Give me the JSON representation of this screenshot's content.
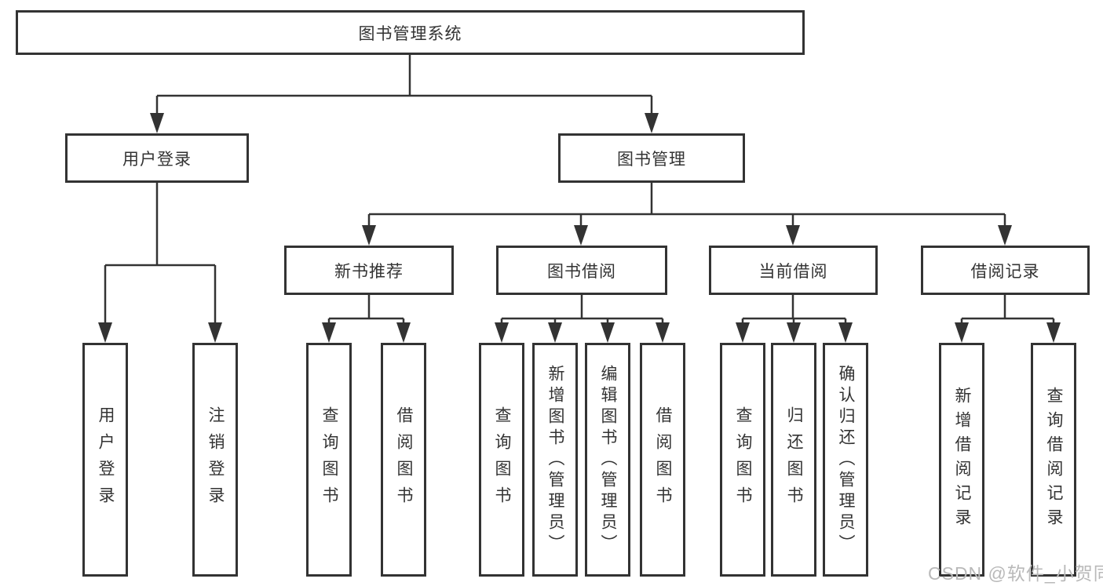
{
  "diagram": {
    "title": "图书管理系统",
    "type": "hierarchy-tree",
    "structure": {
      "root": "图书管理系统",
      "children": [
        {
          "label": "用户登录",
          "children": [
            "用户登录",
            "注销登录"
          ]
        },
        {
          "label": "图书管理",
          "children": [
            {
              "label": "新书推荐",
              "children": [
                "查询图书",
                "借阅图书"
              ]
            },
            {
              "label": "图书借阅",
              "children": [
                "查询图书",
                "新增图书（管理员）",
                "编辑图书（管理员）",
                "借阅图书"
              ]
            },
            {
              "label": "当前借阅",
              "children": [
                "查询图书",
                "归还图书",
                "确认归还（管理员）"
              ]
            },
            {
              "label": "借阅记录",
              "children": [
                "新增借阅记录",
                "查询借阅记录"
              ]
            }
          ]
        }
      ]
    }
  },
  "nodes": {
    "root": {
      "label": "图书管理系统"
    },
    "userLogin": {
      "label": "用户登录"
    },
    "bookMgmt": {
      "label": "图书管理"
    },
    "newBookRec": {
      "label": "新书推荐"
    },
    "bookBorrow": {
      "label": "图书借阅"
    },
    "curBorrow": {
      "label": "当前借阅"
    },
    "borrowRec": {
      "label": "借阅记录"
    },
    "leafUserLogin": {
      "label": "用户登录"
    },
    "leafLogout": {
      "label": "注销登录"
    },
    "nbQuery": {
      "label": "查询图书"
    },
    "nbBorrow": {
      "label": "借阅图书"
    },
    "bbQuery": {
      "label": "查询图书"
    },
    "bbAdd": {
      "label": "新增图书（管理员）"
    },
    "bbEdit": {
      "label": "编辑图书（管理员）"
    },
    "bbBorrow": {
      "label": "借阅图书"
    },
    "cbQuery": {
      "label": "查询图书"
    },
    "cbReturn": {
      "label": "归还图书"
    },
    "cbConfirm": {
      "label": "确认归还（管理员）"
    },
    "brAdd": {
      "label": "新增借阅记录"
    },
    "brQuery": {
      "label": "查询借阅记录"
    }
  },
  "watermark": {
    "text": "CSDN @软件_小贺同学"
  },
  "colors": {
    "line": "#333333",
    "box_border": "#333333",
    "text": "#333333",
    "background": "#ffffff",
    "watermark": "#b9b9b9"
  }
}
